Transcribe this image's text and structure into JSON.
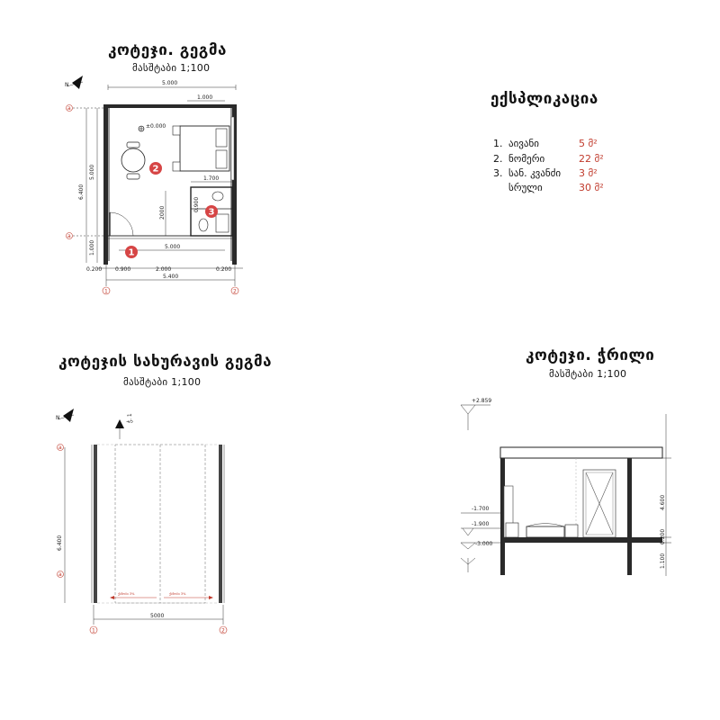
{
  "plan": {
    "title": "კოტეჯი. გეგმა",
    "scale": "მასშტაბი 1;100",
    "dims": {
      "top_total": "5.000",
      "top_sub": "1.000",
      "left_total": "6.400",
      "left_mid": "5.000",
      "left_low": "1.000",
      "inner_bottom": "5.000",
      "bath_w": "1.700",
      "bath_h": "0.900",
      "bed_h": "2000",
      "b_a": "0.200",
      "b_b": "0.900",
      "b_c": "2.000",
      "b_d": "0.200",
      "b_total": "5.400",
      "level": "±0.000"
    },
    "axes": {
      "top": "a",
      "mid": "a",
      "left": "1",
      "right": "2"
    },
    "markers": [
      "1",
      "2",
      "3"
    ]
  },
  "explication": {
    "title": "ექსპლიკაცია",
    "rows": [
      {
        "num": "1.",
        "name": "აივანი",
        "area": "5 მ²"
      },
      {
        "num": "2.",
        "name": "ნომერი",
        "area": "22 მ²"
      },
      {
        "num": "3.",
        "name": "სან. კვანძი",
        "area": "3 მ²"
      },
      {
        "num": "",
        "name": "სრული",
        "area": "30 მ²"
      }
    ]
  },
  "roof": {
    "title": "კოტეჯის სახურავის გეგმა",
    "scale": "მასშტაბი 1;100",
    "dims": {
      "left": "6.400",
      "bottom": "5000"
    },
    "slope_left": "ქანობი 3%",
    "slope_right": "ქანობი 3%",
    "section_mark": "ჭ. 1",
    "axes": {
      "top": "a",
      "mid": "a",
      "left": "1",
      "right": "2"
    }
  },
  "section": {
    "title": "კოტეჯი. ჭრილი",
    "scale": "მასშტაბი 1;100",
    "levels": {
      "top": "+2.859",
      "l1": "-1.700",
      "l2": "-1.900",
      "l3": "-3.000"
    },
    "dims": {
      "d1": "4.600",
      "d2": "0.200",
      "d3": "1.100"
    }
  },
  "colors": {
    "accent": "#c0392b",
    "wall": "#2a2a2a",
    "line": "#333333"
  }
}
